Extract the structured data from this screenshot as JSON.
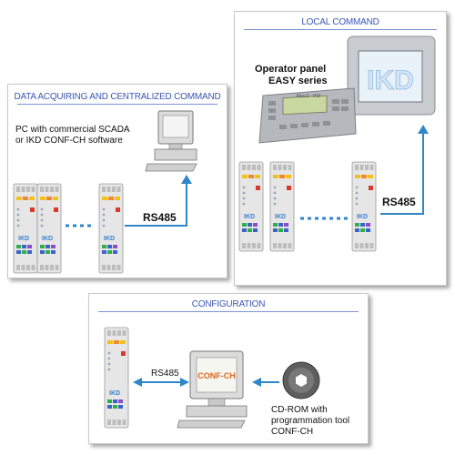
{
  "panels": {
    "data": {
      "title": "DATA ACQUIRING AND CENTRALIZED COMMAND",
      "pc_caption_line1": "PC with commercial SCADA",
      "pc_caption_line2": "or IKD CONF-CH software",
      "bus_label": "RS485"
    },
    "local": {
      "title": "LOCAL COMMAND",
      "operator_line1": "Operator panel",
      "operator_line2": "EASY series",
      "small_panel_label": "Altes2 - IKD",
      "screen_logo": "IKD",
      "bus_label": "RS485"
    },
    "config": {
      "title": "CONFIGURATION",
      "bus_label": "RS485",
      "screen_text": "CONF-CH",
      "cd_line1": "CD-ROM with",
      "cd_line2": "programmation tool",
      "cd_line3": "CONF-CH"
    }
  },
  "module_brand": "IKD",
  "colors": {
    "title_blue": "#3a56b4",
    "arrow_blue": "#2f86c8",
    "module_body": "#e6e6e6",
    "led_yellow": "#f3c21a",
    "led_orange": "#f08a2c",
    "terminal_green": "#2fae4c",
    "terminal_blue": "#3b64c8",
    "terminal_purple": "#8a4fc8",
    "status_red": "#d63a2a"
  }
}
